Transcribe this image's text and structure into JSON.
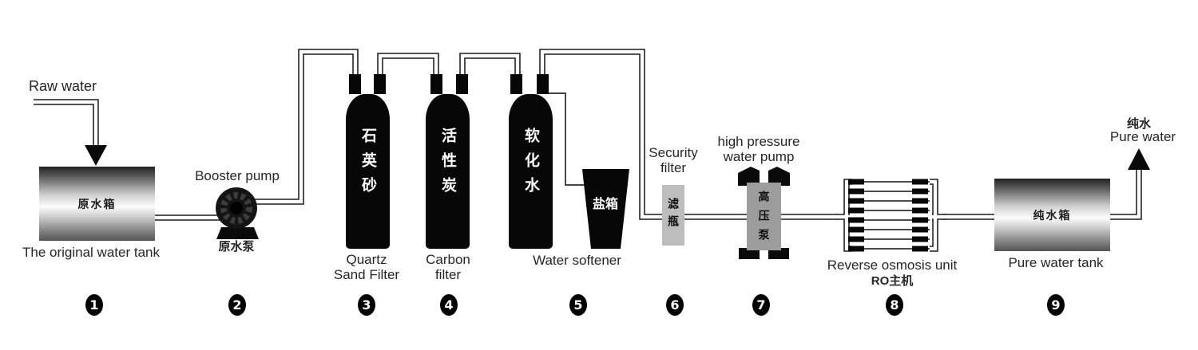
{
  "colors": {
    "line": "#1c1c1c",
    "tank_black": "#070707",
    "security_gray": "#bdbdbd",
    "pump_gray": "#9c9c9c",
    "text": "#262626"
  },
  "raw_water": {
    "label": "Raw water"
  },
  "original_tank": {
    "cn": "原水箱",
    "en": "The original water tank"
  },
  "booster_pump": {
    "en": "Booster pump",
    "cn": "原水泵"
  },
  "quartz_filter": {
    "cn": "石英砂",
    "en_line1": "Quartz",
    "en_line2": "Sand Filter"
  },
  "carbon_filter": {
    "cn": "活性炭",
    "en_line1": "Carbon",
    "en_line2": "filter"
  },
  "water_softener": {
    "cn": "软化水",
    "en": "Water softener"
  },
  "salt_tank": {
    "cn": "盐箱"
  },
  "security_filter": {
    "en_line1": "Security",
    "en_line2": "filter",
    "cn": "滤瓶"
  },
  "high_pressure_pump": {
    "en_line1": "high pressure",
    "en_line2": "water pump",
    "cn": "高压泵"
  },
  "ro_unit": {
    "en": "Reverse osmosis unit",
    "cn": "RO主机"
  },
  "pure_water_tank": {
    "cn": "纯水箱",
    "en": "Pure water tank"
  },
  "pure_water_out": {
    "cn": "纯水",
    "en": "Pure water"
  },
  "steps": [
    "1",
    "2",
    "3",
    "4",
    "5",
    "6",
    "7",
    "8",
    "9"
  ]
}
